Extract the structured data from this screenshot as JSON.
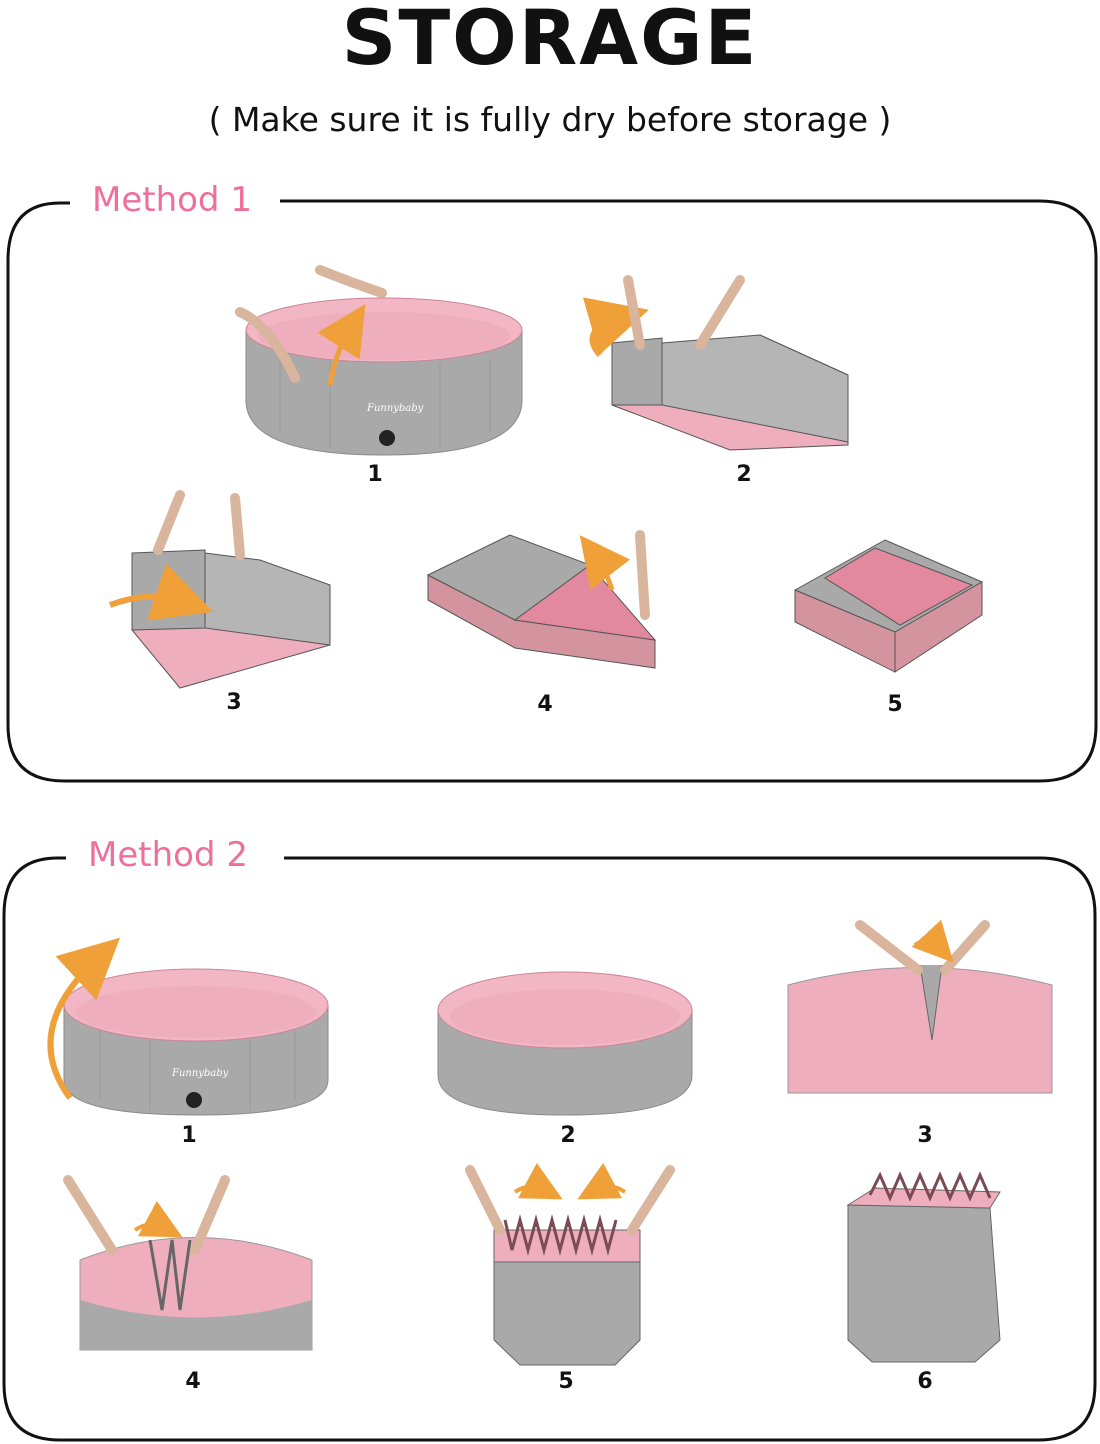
{
  "page": {
    "title": "STORAGE",
    "subtitle": "( Make sure it is fully dry before storage )"
  },
  "colors": {
    "accent_pink": "#ee6f99",
    "pool_pink": "#eeaebe",
    "pool_gray": "#a9a9a9",
    "arrow_orange": "#f0a038",
    "border": "#111111"
  },
  "method1": {
    "label": "Method 1",
    "steps": [
      "1",
      "2",
      "3",
      "4",
      "5"
    ],
    "brand_text": "Funnybaby"
  },
  "method2": {
    "label": "Method 2",
    "steps": [
      "1",
      "2",
      "3",
      "4",
      "5",
      "6"
    ],
    "brand_text": "Funnybaby"
  }
}
